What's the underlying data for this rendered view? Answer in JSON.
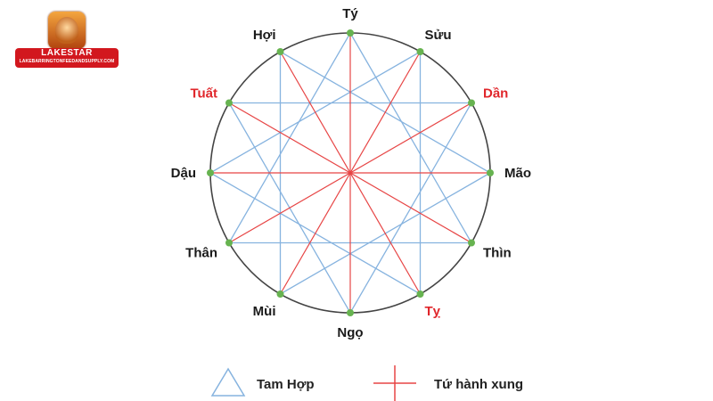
{
  "logo": {
    "title": "LAKESTAR",
    "url": "LAKEBARRINGTONFEEDANDSUPPLY.COM"
  },
  "zodiac": [
    {
      "name": "Tý",
      "color": "#1a1a1a"
    },
    {
      "name": "Sửu",
      "color": "#1a1a1a"
    },
    {
      "name": "Dần",
      "color": "#e0262b"
    },
    {
      "name": "Mão",
      "color": "#1a1a1a"
    },
    {
      "name": "Thìn",
      "color": "#1a1a1a"
    },
    {
      "name": "Tỵ",
      "color": "#e0262b"
    },
    {
      "name": "Ngọ",
      "color": "#1a1a1a"
    },
    {
      "name": "Mùi",
      "color": "#1a1a1a"
    },
    {
      "name": "Thân",
      "color": "#1a1a1a"
    },
    {
      "name": "Dậu",
      "color": "#1a1a1a"
    },
    {
      "name": "Tuất",
      "color": "#e0262b"
    },
    {
      "name": "Hợi",
      "color": "#1a1a1a"
    }
  ],
  "tam_hop": [
    [
      0,
      4,
      8
    ],
    [
      1,
      5,
      9
    ],
    [
      2,
      6,
      10
    ],
    [
      3,
      7,
      11
    ]
  ],
  "tu_hanh_xung": [
    [
      0,
      6
    ],
    [
      1,
      7
    ],
    [
      2,
      8
    ],
    [
      3,
      9
    ],
    [
      4,
      10
    ],
    [
      5,
      11
    ]
  ],
  "colors": {
    "tam_hop": "#86b3df",
    "tu_hanh_xung": "#e74545",
    "node": "#67b350",
    "circle": "#444444"
  },
  "legend": {
    "tam_hop_label": "Tam Hợp",
    "tu_hanh_xung_label": "Tứ hành xung"
  }
}
